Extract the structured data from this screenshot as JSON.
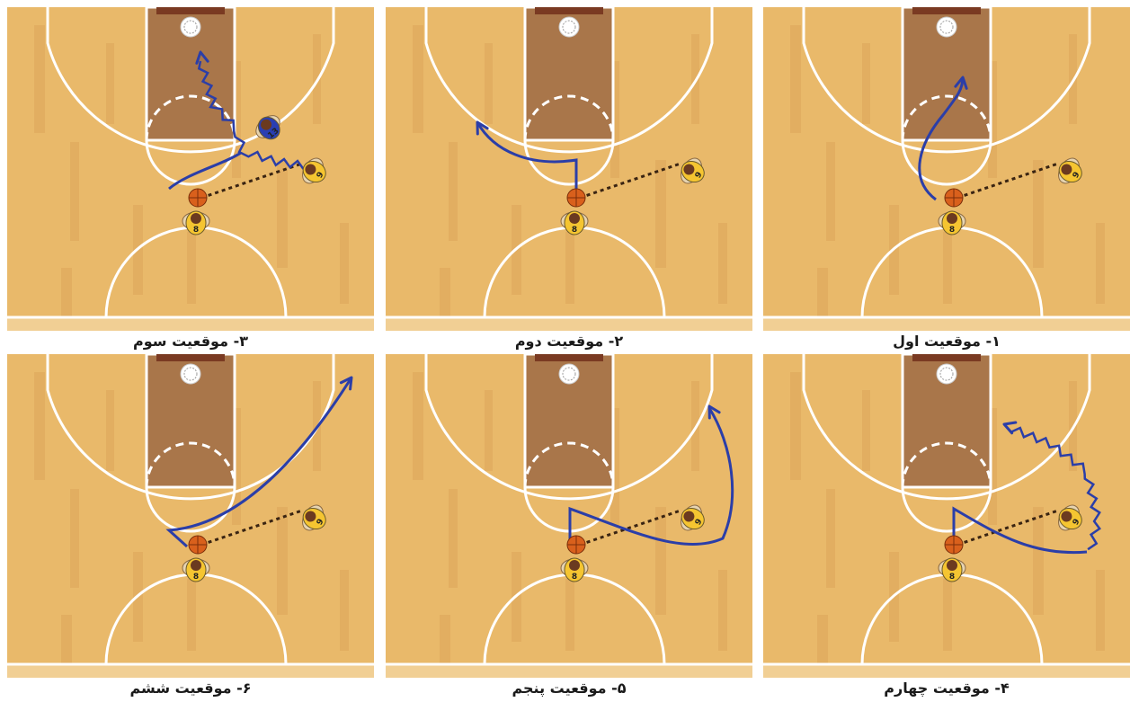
{
  "panels": [
    {
      "caption": "۱- موقعیت اول"
    },
    {
      "caption": "۲- موقعیت دوم"
    },
    {
      "caption": "۳- موقعیت سوم"
    },
    {
      "caption": "۴- موقعیت چهارم"
    },
    {
      "caption": "۵- موقعیت پنجم"
    },
    {
      "caption": "۶- موقعیت ششم"
    }
  ],
  "players": {
    "passer_number": "9",
    "receiver_number": "8",
    "defender_number": "13"
  },
  "colors": {
    "floor": "#e9b96a",
    "paint": "#a9764a",
    "lines": "#ffffff",
    "attack_jersey": "#f5c531",
    "defense_jersey": "#2a3fb3",
    "movement_path": "#2b3ea8",
    "pass_line": "#3a2412",
    "ball": "#d9601c",
    "backboard": "#7a3a22"
  },
  "icons": [
    "basket-hoop-icon",
    "basketball-icon",
    "player-icon"
  ]
}
